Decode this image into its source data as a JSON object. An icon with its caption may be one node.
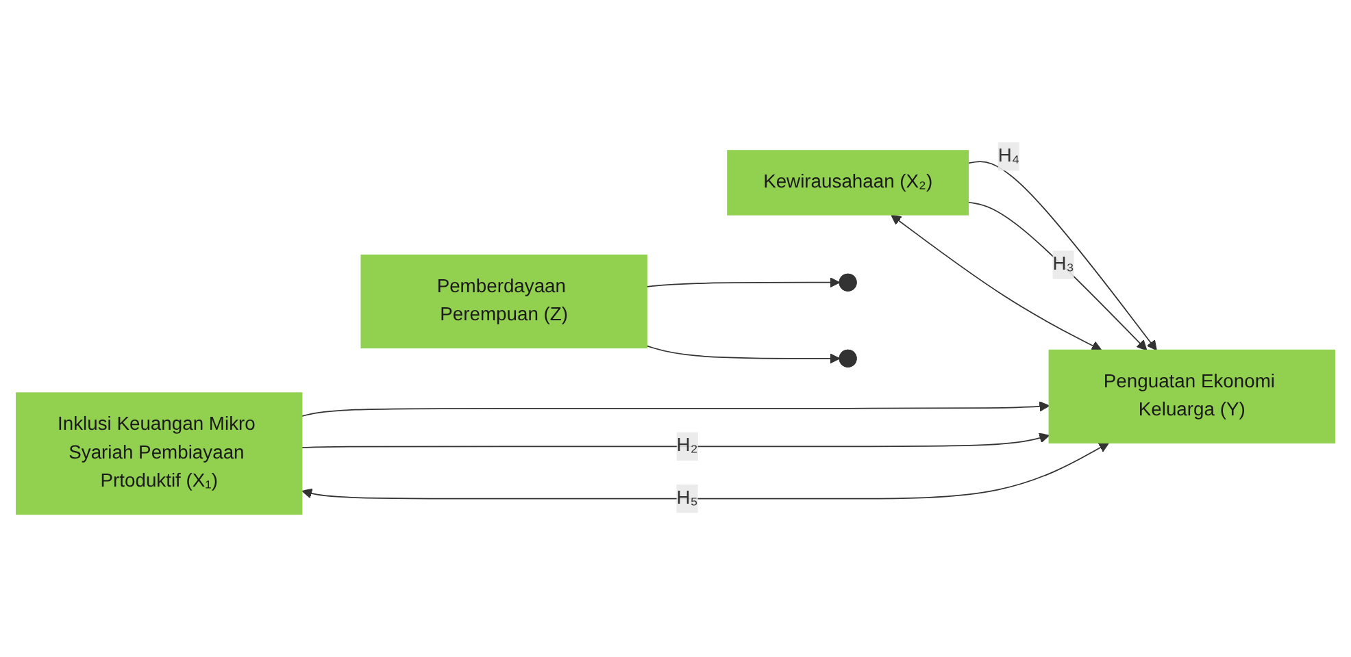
{
  "diagram": {
    "nodes": [
      {
        "text": [
          "Inklusi Keuangan Mikro Syariah Pembiayaan Prtoduktif (X₁)"
        ]
      },
      {
        "text": [
          "Pemberdayaan Perempuan (Z)"
        ]
      },
      {
        "text": [
          "Penguatan Ekonomi Keluarga (Y)"
        ]
      },
      {
        "text": [
          "Kewirausahaan (X₂)"
        ]
      }
    ],
    "edges": [
      {
        "from": 0,
        "to": 2,
        "arrow": "to"
      },
      {
        "from": 0,
        "to": 2,
        "arrow": "to",
        "label": "H₂"
      },
      {
        "from": 1,
        "to": null,
        "arrow": "to"
      },
      {
        "from": 1,
        "to": null,
        "arrow": "to"
      },
      {
        "from": 3,
        "to": 2,
        "arrow": "to",
        "label": "H₄"
      },
      {
        "from": 3,
        "to": 2,
        "arrow": "to",
        "label": "H₃"
      },
      {
        "from": 0,
        "to": 2,
        "arrow": "both",
        "label": "H₅"
      },
      {
        "from": 3,
        "to": 2,
        "arrow": "both"
      }
    ]
  }
}
